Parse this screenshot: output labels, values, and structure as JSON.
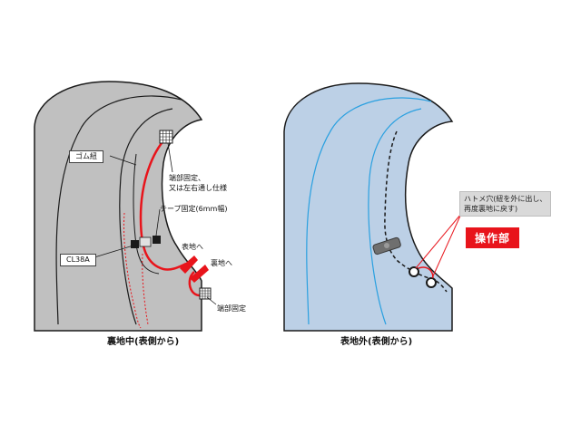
{
  "left_panel": {
    "caption": "裏地中(表側から)",
    "labels": {
      "gomu": "ゴム紐",
      "tanbu1_line1": "端部固定、",
      "tanbu1_line2": "又は左右通し仕様",
      "tape": "テープ固定(6mm幅)",
      "cl38a": "CL38A",
      "omote": "表地へ",
      "ura": "裏地へ",
      "tanbu2": "端部固定"
    }
  },
  "right_panel": {
    "caption": "表地外(表側から)",
    "note_line1": "ハトメ穴(紐を外に出し、",
    "note_line2": "再度裏地に戻す)",
    "action_label": "操作部"
  },
  "colors": {
    "left_fill": "#c0c0c0",
    "right_fill": "#bcd0e6",
    "outline": "#1a1a1a",
    "seam_blue": "#2aa0e0",
    "cord_red": "#e8141b"
  }
}
